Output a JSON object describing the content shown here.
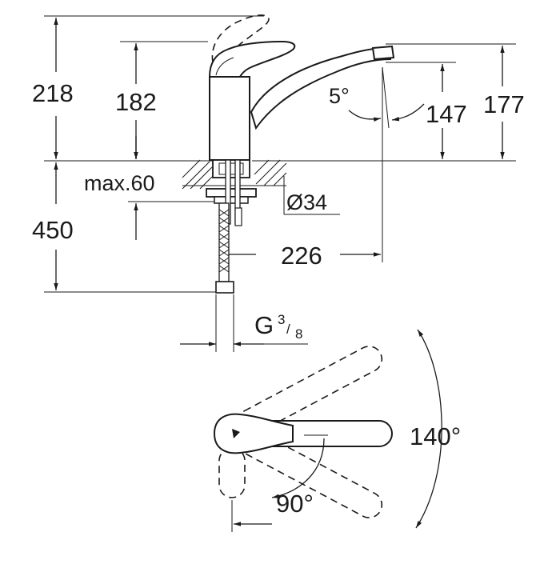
{
  "dimensions": {
    "total_height": "218",
    "lever_height": "182",
    "spout_outlet_height": "177",
    "spout_clearance": "147",
    "spout_tilt": "5°",
    "below_counter_length": "450",
    "max_counter_thickness": "max.60",
    "hole_diameter": "Ø34",
    "spout_reach": "226",
    "thread_prefix": "G",
    "thread_numerator": "3",
    "thread_denominator": "8"
  },
  "angles": {
    "swivel_range": "140°",
    "lever_rotation": "90°"
  }
}
